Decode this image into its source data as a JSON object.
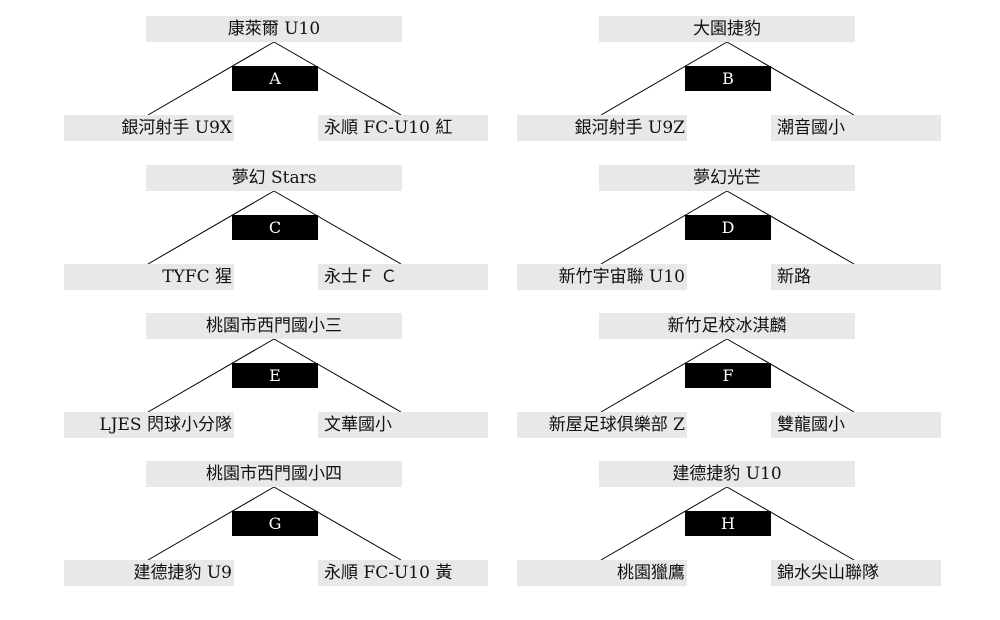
{
  "groups": [
    {
      "letter": "A",
      "top": "康萊爾 U10",
      "left": "銀河射手 U9X",
      "right": "永順 FC-U10 紅"
    },
    {
      "letter": "B",
      "top": "大園捷豹",
      "left": "銀河射手 U9Z",
      "right": "潮音國小"
    },
    {
      "letter": "C",
      "top": "夢幻 Stars",
      "left": "TYFC 猩",
      "right": "永士Ｆ Ｃ"
    },
    {
      "letter": "D",
      "top": "夢幻光芒",
      "left": "新竹宇宙聯 U10",
      "right": "新路"
    },
    {
      "letter": "E",
      "top": "桃園市西門國小三",
      "left": "LJES 閃球小分隊",
      "right": "文華國小"
    },
    {
      "letter": "F",
      "top": "新竹足校冰淇麟",
      "left": "新屋足球俱樂部 Z",
      "right": "雙龍國小"
    },
    {
      "letter": "G",
      "top": "桃園市西門國小四",
      "left": "建德捷豹 U9",
      "right": "永順 FC-U10 黃"
    },
    {
      "letter": "H",
      "top": "建德捷豹 U10",
      "left": "桃園獵鷹",
      "right": "錦水尖山聯隊"
    }
  ]
}
